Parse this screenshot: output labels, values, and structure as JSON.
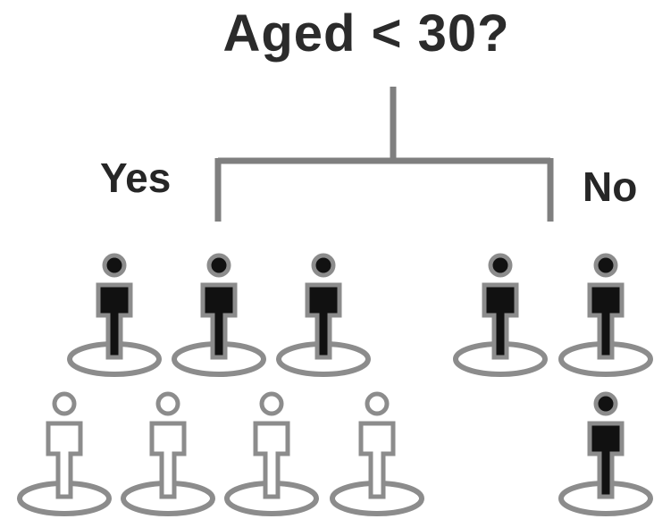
{
  "diagram": {
    "question": "Aged < 30?",
    "branches": {
      "yes_label": "Yes",
      "no_label": "No"
    },
    "groups": {
      "yes": {
        "dark_people": 3,
        "light_people": 4
      },
      "no": {
        "dark_people": 3,
        "light_people": 0
      }
    },
    "colors": {
      "connector": "#7f7f7f",
      "dark_person_fill": "#111111",
      "dark_person_outline": "#8c8c8c",
      "light_person_fill": "#ffffff",
      "light_person_outline": "#8c8c8c",
      "platform_outline": "#8c8c8c"
    }
  }
}
